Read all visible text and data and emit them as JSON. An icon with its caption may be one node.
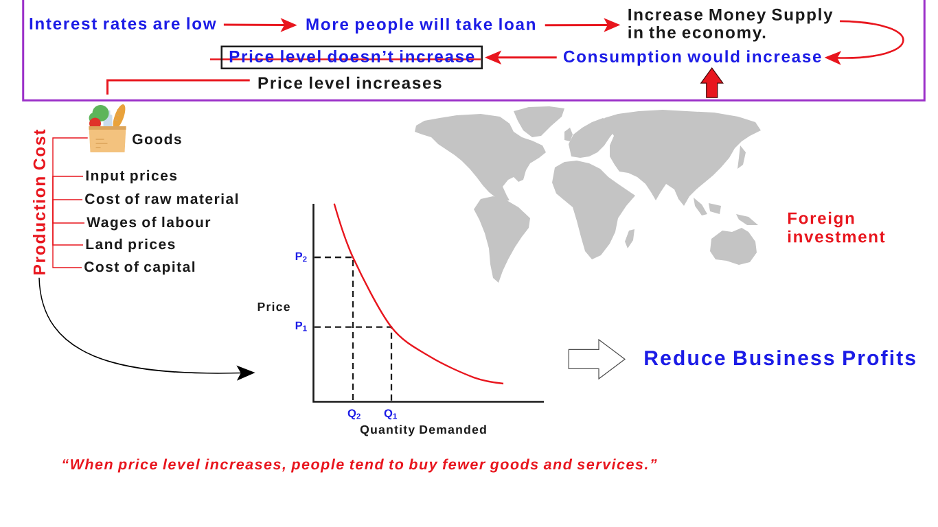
{
  "diagram": {
    "nodes": [
      {
        "text": [],
        "shape": "box"
      },
      {
        "text": [
          "Interest rates are low"
        ],
        "in": 0
      },
      {
        "text": [
          "More people will take loan"
        ],
        "in": 0
      },
      {
        "text": [
          "Increase Money Supply in the economy."
        ],
        "in": 0
      },
      {
        "text": [
          "Consumption would increase"
        ],
        "in": 0
      },
      {
        "text": [
          "Price level doesn’t increase"
        ],
        "in": 0
      },
      {
        "text": [
          "Price level increases"
        ],
        "in": 0
      },
      {
        "text": [],
        "shape": "picture",
        "beside": [
          "Goods"
        ]
      },
      {
        "text": [
          "Production Cost"
        ]
      },
      {
        "text": [
          "Input prices"
        ]
      },
      {
        "text": [
          "Cost of raw material"
        ]
      },
      {
        "text": [
          "Wages of labour"
        ]
      },
      {
        "text": [
          "Land prices"
        ]
      },
      {
        "text": [
          "Cost of capital"
        ]
      },
      {
        "text": [],
        "shape": "picture",
        "beside": [
          "Foreign investment"
        ]
      },
      {
        "text": [
          "P$_{2}$",
          "Price",
          "P$_{1}$",
          "Q$_{2}$",
          "Q$_{1}$",
          "Quantity Demanded"
        ]
      },
      {
        "text": [
          "Reduce Business Profits"
        ]
      }
    ],
    "edges": [
      {
        "from": 1,
        "to": 2,
        "arrow": "to"
      },
      {
        "from": 2,
        "to": 3,
        "arrow": "to"
      },
      {
        "from": 3,
        "to": 4,
        "arrow": "to"
      },
      {
        "from": 4,
        "to": 5,
        "arrow": "to"
      },
      {
        "from": 6,
        "to": 7,
        "arrow": "none"
      },
      {
        "from": 14,
        "to": 4,
        "arrow": "to",
        "style": "thick"
      },
      {
        "from": 8,
        "to": 7,
        "arrow": "none"
      },
      {
        "from": 8,
        "to": 9,
        "arrow": "none"
      },
      {
        "from": 8,
        "to": 10,
        "arrow": "none"
      },
      {
        "from": 8,
        "to": 11,
        "arrow": "none"
      },
      {
        "from": 8,
        "to": 12,
        "arrow": "none"
      },
      {
        "from": 8,
        "to": 13,
        "arrow": "none"
      },
      {
        "from": 8,
        "to": 15,
        "arrow": "to",
        "color": "#000000"
      },
      {
        "from": 15,
        "to": 16,
        "arrow": "to",
        "style": "thick",
        "color": "#ffffff"
      }
    ],
    "labels": [
      "“When price level increases, people tend to buy fewer goods and services.”"
    ]
  }
}
